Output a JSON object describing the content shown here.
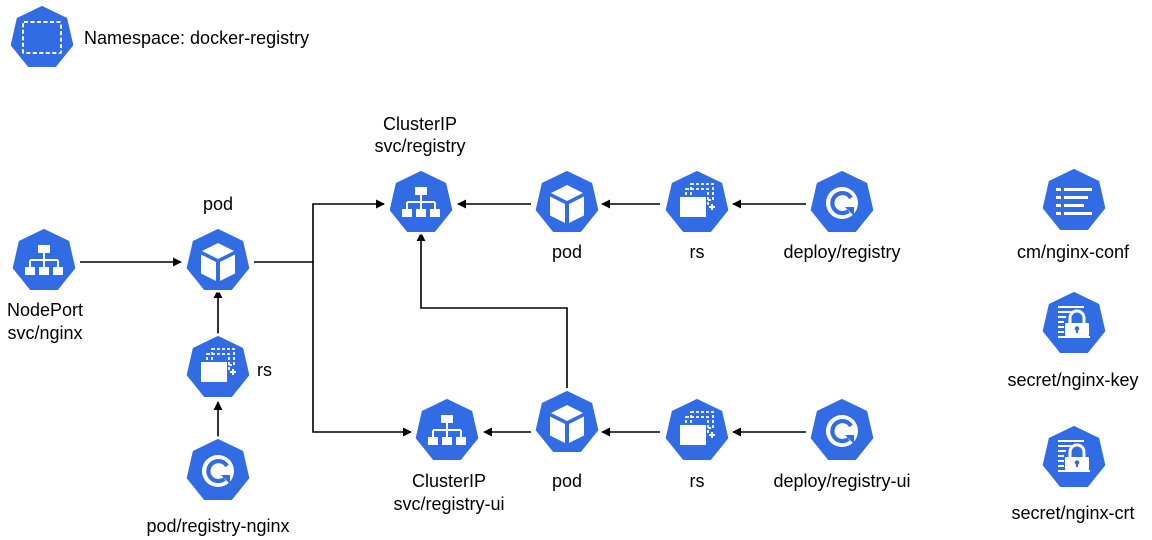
{
  "colors": {
    "k8s_blue": "#326ce5",
    "edge": "#000000",
    "label": "#000000"
  },
  "legend": {
    "label": "Namespace: docker-registry",
    "icon": "namespace-icon"
  },
  "nodes": {
    "svc_nginx": {
      "icon": "service-icon",
      "line1": "NodePort",
      "line2": "svc/nginx"
    },
    "pod_main": {
      "icon": "pod-icon",
      "line1": "pod"
    },
    "rs_nginx": {
      "icon": "replicaset-icon",
      "line1": "rs"
    },
    "pod_registry_nginx": {
      "icon": "deployment-icon",
      "line1": "pod/registry-nginx"
    },
    "svc_registry": {
      "icon": "service-icon",
      "line1": "ClusterIP",
      "line2": "svc/registry"
    },
    "pod_registry": {
      "icon": "pod-icon",
      "line1": "pod"
    },
    "rs_registry": {
      "icon": "replicaset-icon",
      "line1": "rs"
    },
    "deploy_registry": {
      "icon": "deployment-icon",
      "line1": "deploy/registry"
    },
    "svc_registry_ui": {
      "icon": "service-icon",
      "line1": "ClusterIP",
      "line2": "svc/registry-ui"
    },
    "pod_registry_ui": {
      "icon": "pod-icon",
      "line1": "pod"
    },
    "rs_registry_ui": {
      "icon": "replicaset-icon",
      "line1": "rs"
    },
    "deploy_registry_ui": {
      "icon": "deployment-icon",
      "line1": "deploy/registry-ui"
    },
    "cm_nginx_conf": {
      "icon": "configmap-icon",
      "line1": "cm/nginx-conf"
    },
    "secret_nginx_key": {
      "icon": "secret-icon",
      "line1": "secret/nginx-key"
    },
    "secret_nginx_crt": {
      "icon": "secret-icon",
      "line1": "secret/nginx-crt"
    }
  }
}
